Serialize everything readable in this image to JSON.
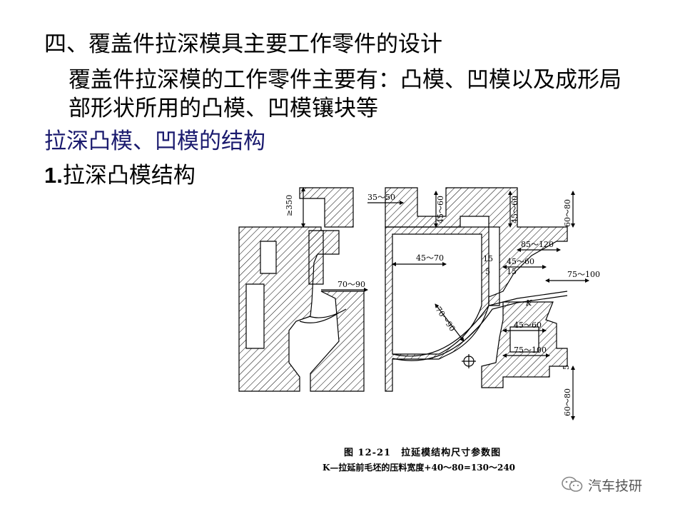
{
  "slide": {
    "heading": "四、覆盖件拉深模具主要工作零件的设计",
    "intro_line1": "覆盖件拉深模的工作零件主要有：凸模、凹模以及成形局",
    "intro_line2": "部形状所用的凸模、凹模镶块等",
    "subheading": "拉深凸模、凹模的结构",
    "section_num": "1.",
    "section_title": "拉深凸模结构"
  },
  "figure": {
    "dims": {
      "d350": "≥350",
      "d35_50": "35～50",
      "d45_60a": "45～60",
      "d45_60b": "45～60",
      "d60_80a": "60～80",
      "d45_70": "45～70",
      "d15a": "15",
      "d85_120": "85～120",
      "d45_60c": "45～60",
      "d5a": "5",
      "d15b": "15",
      "d75_100a": "75～100",
      "d70_90a": "70～90",
      "d70_90b": "70～90",
      "dK": "K",
      "d45_60d": "45～60",
      "d75_100b": "75～100",
      "d5b": "5",
      "d60_80b": "60～80"
    },
    "caption_line1": "图 12-21　拉延模结构尺寸参数图",
    "caption_line2": "K—拉延前毛坯的压料宽度+40～80=130～240"
  },
  "watermark": {
    "text": "汽车技研",
    "icon": "wechat-icon"
  }
}
